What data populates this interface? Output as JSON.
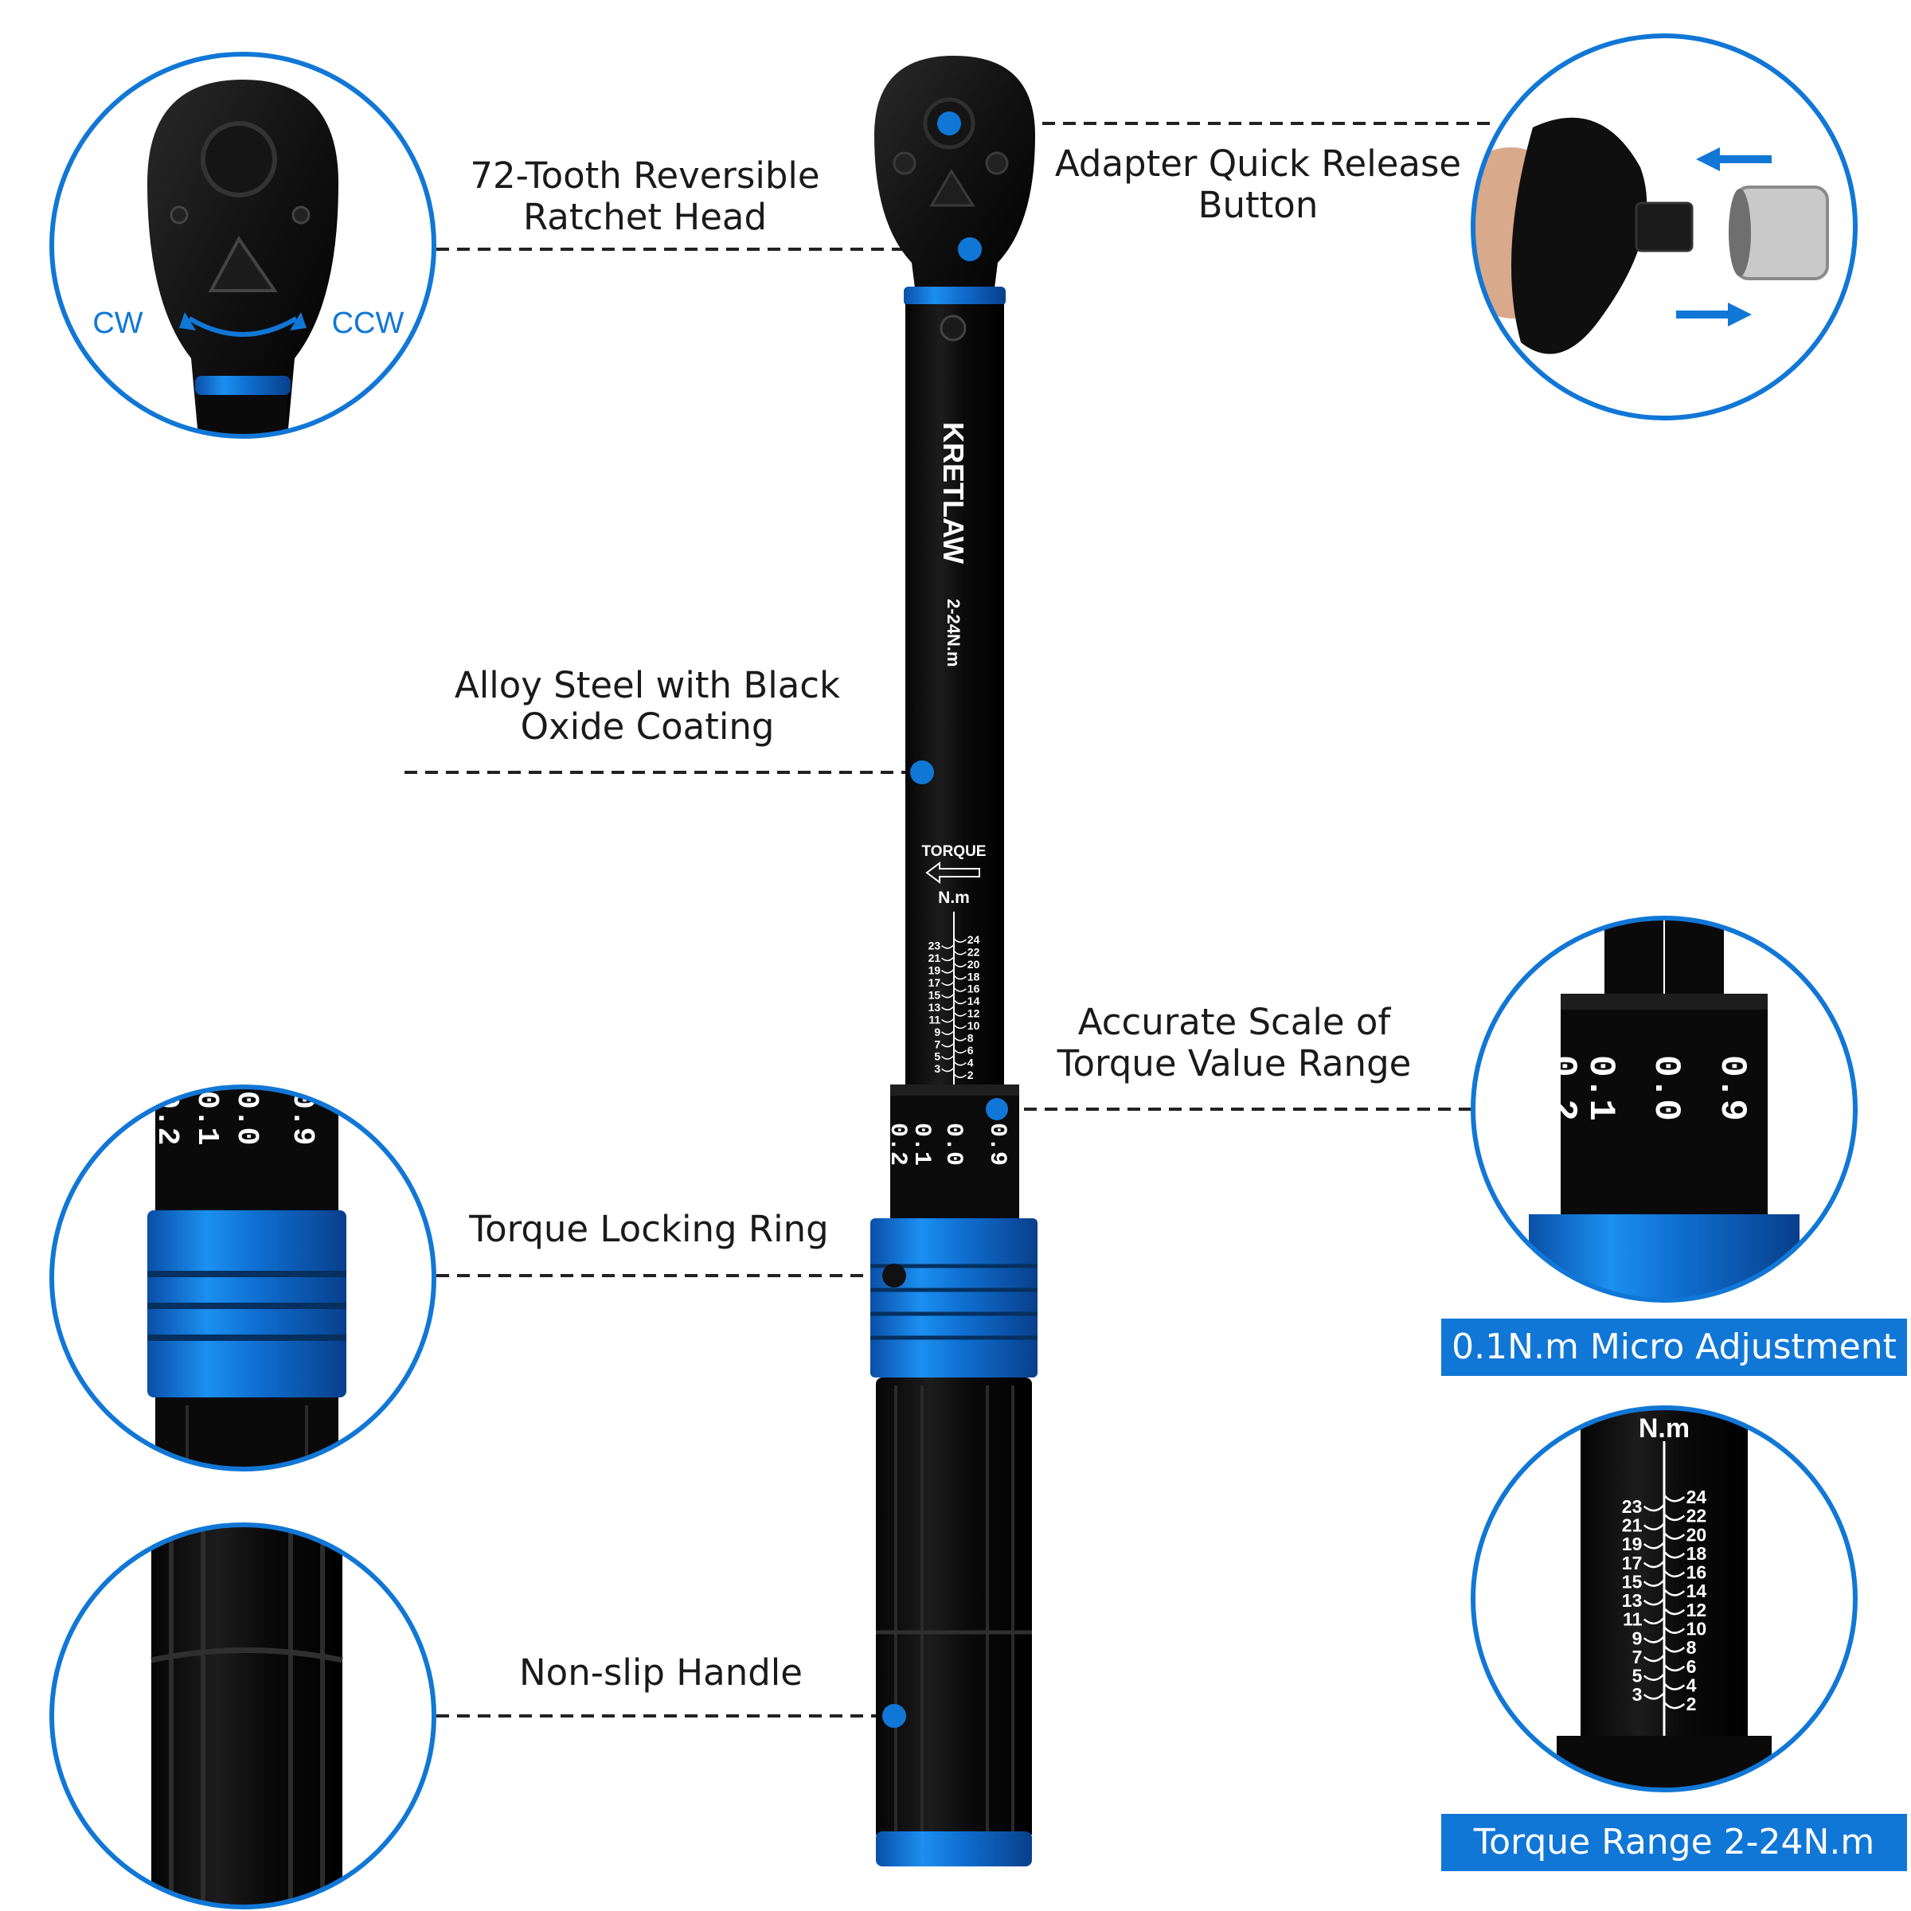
{
  "labels": {
    "ratchet_head_line1": "72-Tooth Reversible",
    "ratchet_head_line2": "Ratchet Head",
    "quick_release_line1": "Adapter Quick Release",
    "quick_release_line2": "Button",
    "alloy_line1": "Alloy Steel with Black",
    "alloy_line2": "Oxide Coating",
    "scale_line1": "Accurate Scale of",
    "scale_line2": "Torque Value Range",
    "locking_ring": "Torque Locking Ring",
    "handle": "Non-slip Handle"
  },
  "badges": {
    "micro_adjustment": "0.1N.m Micro Adjustment",
    "torque_range": "Torque Range 2-24N.m"
  },
  "wrench": {
    "brand": "KRETLAW",
    "model": "2-24N.m",
    "torque_word": "TORQUE",
    "unit": "N.m",
    "scale_left": [
      "23",
      "21",
      "19",
      "17",
      "15",
      "13",
      "11",
      "9",
      "7",
      "5",
      "3"
    ],
    "scale_right": [
      "24",
      "22",
      "20",
      "18",
      "16",
      "14",
      "12",
      "10",
      "8",
      "6",
      "4",
      "2"
    ],
    "dial_values": [
      "0.2",
      "0.1",
      "0.0",
      "0.9"
    ]
  },
  "ratchet_detail": {
    "cw": "CW",
    "ccw": "CCW"
  },
  "colors": {
    "accent_blue": "#1177d6",
    "ring_blue": "#1a7fe0",
    "body_black": "#0d0d0d",
    "circle_border": "#1177d6"
  },
  "icons": {
    "direction_arrow": "double-arrow-curved-icon",
    "insert_arrow": "arrow-left-icon",
    "remove_arrow": "arrow-right-icon",
    "torque_arrow": "arrow-left-outline-icon"
  }
}
